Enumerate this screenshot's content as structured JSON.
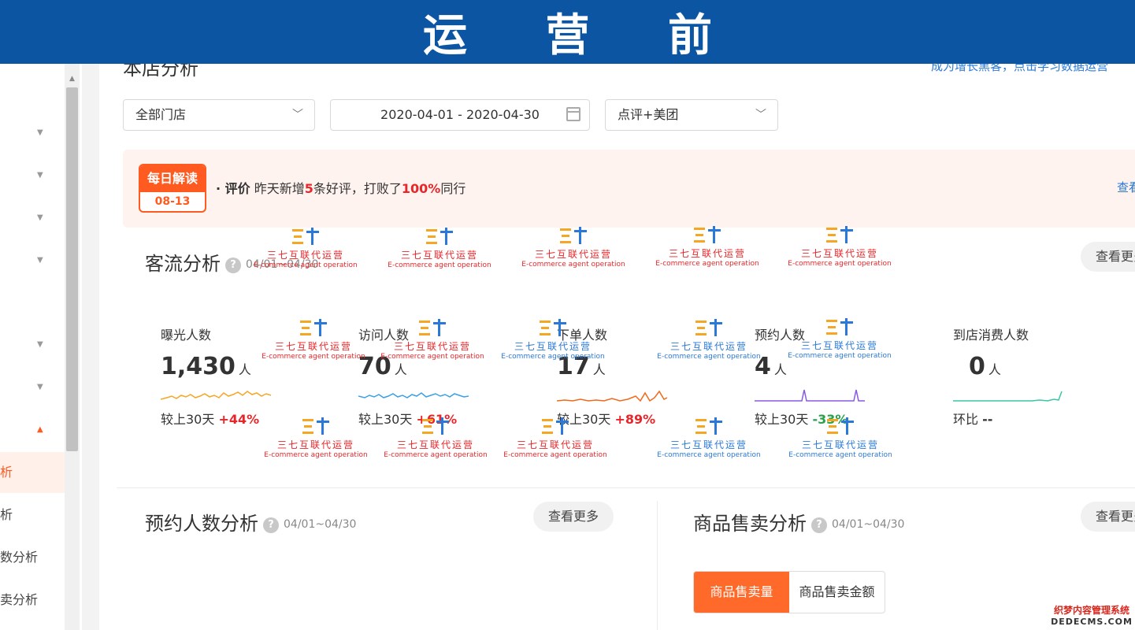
{
  "banner": {
    "title": "运 营 前"
  },
  "sidebar": {
    "items": [
      {
        "label": "析",
        "active": true
      },
      {
        "label": "析",
        "active": false
      },
      {
        "label": "数分析",
        "active": false
      },
      {
        "label": "卖分析",
        "active": false
      }
    ]
  },
  "header": {
    "title": "本店分析",
    "top_link": "成为增长黑客，点击学习数据运营"
  },
  "filters": {
    "store": "全部门店",
    "date_range": "2020-04-01 - 2020-04-30",
    "platform": "点评+美团"
  },
  "daily": {
    "badge_title": "每日解读",
    "badge_date": "08-13",
    "prefix": "· 评价",
    "text_1": " 昨天新增",
    "new_reviews": "5",
    "text_2": "条好评，打败了",
    "beat_percent": "100%",
    "text_3": "同行",
    "link": "查看"
  },
  "traffic": {
    "title": "客流分析",
    "date_range": "04/01~04/30",
    "more": "查看更多",
    "compare_label": "较上30天",
    "metrics": [
      {
        "label": "曝光人数",
        "value": "1,430",
        "unit": "人",
        "compare_label": "较上30天",
        "change": "+44%",
        "trend": "up",
        "color": "#f5a623"
      },
      {
        "label": "访问人数",
        "value": "70",
        "unit": "人",
        "compare_label": "较上30天",
        "change": "+61%",
        "trend": "up",
        "color": "#3aa0e6"
      },
      {
        "label": "下单人数",
        "value": "17",
        "unit": "人",
        "compare_label": "较上30天",
        "change": "+89%",
        "trend": "up",
        "color": "#f06a1a"
      },
      {
        "label": "预约人数",
        "value": "4",
        "unit": "人",
        "compare_label": "较上30天",
        "change": "-33%",
        "trend": "down",
        "color": "#8a5ae0"
      },
      {
        "label": "到店消费人数",
        "value": "0",
        "unit": "人",
        "compare_label": "环比",
        "change": "--",
        "trend": "flat",
        "color": "#39c7a6"
      }
    ]
  },
  "booking": {
    "title": "预约人数分析",
    "date_range": "04/01~04/30",
    "more": "查看更多"
  },
  "sales": {
    "title": "商品售卖分析",
    "date_range": "04/01~04/30",
    "more": "查看更多",
    "tabs": [
      {
        "label": "商品售卖量",
        "active": true
      },
      {
        "label": "商品售卖金额",
        "active": false
      }
    ]
  },
  "watermark": {
    "cn": "三七互联代运营",
    "en": "E-commerce agent operation"
  },
  "corner_logo": {
    "line1": "织梦内容管理系统",
    "line2": "DEDECMS.COM"
  }
}
